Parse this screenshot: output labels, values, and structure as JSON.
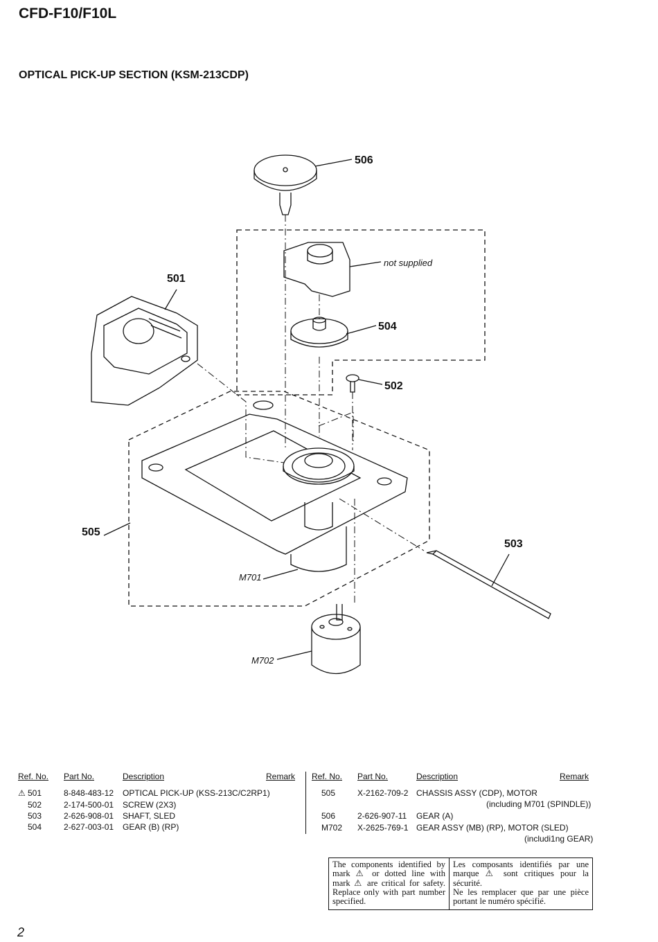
{
  "header": {
    "model": "CFD-F10/F10L",
    "section_title": "OPTICAL PICK-UP SECTION (KSM-213CDP)"
  },
  "diagram": {
    "callouts": [
      "506",
      "501",
      "504",
      "502",
      "505",
      "503"
    ],
    "labels": {
      "not_supplied": "not supplied",
      "m701": "M701",
      "m702": "M702"
    }
  },
  "parts_table": {
    "headers": [
      "Ref. No.",
      "Part No.",
      "Description",
      "Remark"
    ],
    "left": [
      {
        "ref": "501",
        "safety": true,
        "part": "8-848-483-12",
        "desc": "OPTICAL PICK-UP (KSS-213C/C2RP1)"
      },
      {
        "ref": "502",
        "part": "2-174-500-01",
        "desc": "SCREW (2X3)"
      },
      {
        "ref": "503",
        "part": "2-626-908-01",
        "desc": "SHAFT, SLED"
      },
      {
        "ref": "504",
        "part": "2-627-003-01",
        "desc": "GEAR (B) (RP)"
      }
    ],
    "right": [
      {
        "ref": "505",
        "part": "X-2162-709-2",
        "desc": "CHASSIS ASSY (CDP), MOTOR",
        "desc2": "(including M701 (SPINDLE))"
      },
      {
        "ref": "506",
        "part": "2-626-907-11",
        "desc": "GEAR (A)"
      },
      {
        "ref": "M702",
        "part": "X-2625-769-1",
        "desc": "GEAR ASSY (MB) (RP), MOTOR (SLED)",
        "desc2": "(includi1ng GEAR)"
      }
    ]
  },
  "notice": {
    "en": "The components identified by mark ⚠ or dotted line with mark ⚠ are critical for safety. Replace only with part number specified.",
    "fr1": "Les composants identifiés par une marque ⚠ sont critiques pour la sécurité.",
    "fr2": "Ne les remplacer que par une pièce portant le numéro spécifié."
  },
  "page_number": "2"
}
